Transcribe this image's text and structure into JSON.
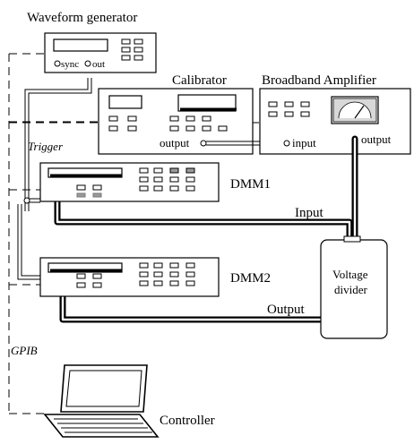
{
  "labels": {
    "waveform_generator": "Waveform generator",
    "sync": "sync",
    "out": "out",
    "calibrator": "Calibrator",
    "broadband_amplifier": "Broadband Amplifier",
    "calibrator_output": "output",
    "amplifier_input": "input",
    "amplifier_output": "output",
    "trigger": "Trigger",
    "dmm1": "DMM1",
    "input": "Input",
    "dmm2": "DMM2",
    "voltage_divider_line1": "Voltage",
    "voltage_divider_line2": "divider",
    "output": "Output",
    "gpib": "GPIB",
    "controller": "Controller"
  },
  "colors": {
    "line": "#000000",
    "panel_light": "#ffffff",
    "key_grey": "#9a9a9a",
    "display_fill": "#ffffff"
  }
}
